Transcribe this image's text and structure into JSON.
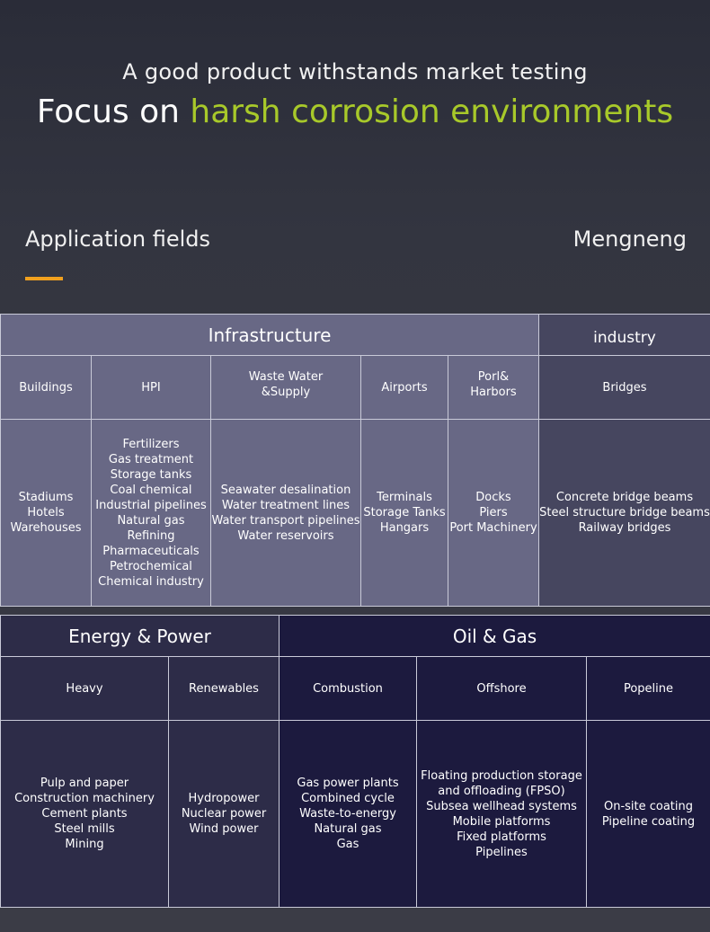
{
  "header": {
    "subtitle": "A good product withstands market testing",
    "headline_prefix": "Focus on ",
    "headline_accent": "harsh corrosion environments",
    "section_title": "Application fields",
    "brand": "Mengneng"
  },
  "colors": {
    "accent_green": "#a8c92a",
    "accent_orange": "#f0a01e",
    "infrastructure_bg": "#686885",
    "industry_bg": "#46465f",
    "energy_bg": "#2d2c48",
    "oilgas_bg": "#1c1a3e"
  },
  "table1": {
    "infrastructure": "Infrastructure",
    "industry": "industry",
    "columns": [
      {
        "header": [
          "Buildings"
        ],
        "items": [
          "Stadiums",
          "Hotels",
          "Warehouses"
        ]
      },
      {
        "header": [
          "HPI"
        ],
        "items": [
          "Fertilizers",
          "Gas treatment",
          "Storage tanks",
          "Coal chemical",
          "Industrial pipelines",
          "Natural gas",
          "Refining",
          "Pharmaceuticals",
          "Petrochemical",
          "Chemical industry"
        ]
      },
      {
        "header": [
          "Waste Water",
          "&Supply"
        ],
        "items": [
          "Seawater desalination",
          "Water treatment lines",
          "Water transport pipelines",
          "Water reservoirs"
        ]
      },
      {
        "header": [
          "Airports"
        ],
        "items": [
          "Terminals",
          "Storage Tanks",
          "Hangars"
        ]
      },
      {
        "header": [
          "Porl&",
          "Harbors"
        ],
        "items": [
          "Docks",
          "Piers",
          "Port Machinery"
        ]
      },
      {
        "header": [
          "Bridges"
        ],
        "items": [
          "Concrete bridge beams",
          "Steel structure bridge beams",
          "Railway bridges"
        ]
      }
    ]
  },
  "table2": {
    "energy": "Energy & Power",
    "oilgas": "Oil & Gas",
    "columns": [
      {
        "header": [
          "Heavy"
        ],
        "items": [
          "Pulp and paper",
          "Construction machinery",
          "Cement plants",
          "Steel mills",
          "Mining"
        ]
      },
      {
        "header": [
          "Renewables"
        ],
        "items": [
          "Hydropower",
          "Nuclear power",
          "Wind power"
        ]
      },
      {
        "header": [
          "Combustion"
        ],
        "items": [
          "Gas power plants",
          "Combined cycle",
          "Waste-to-energy",
          "Natural gas",
          "Gas"
        ]
      },
      {
        "header": [
          "Offshore"
        ],
        "items": [
          "Floating production storage",
          "and offloading (FPSO)",
          "Subsea wellhead systems",
          "Mobile platforms",
          "Fixed platforms",
          "Pipelines"
        ]
      },
      {
        "header": [
          "Popeline"
        ],
        "items": [
          "On-site coating",
          "Pipeline coating"
        ]
      }
    ]
  }
}
